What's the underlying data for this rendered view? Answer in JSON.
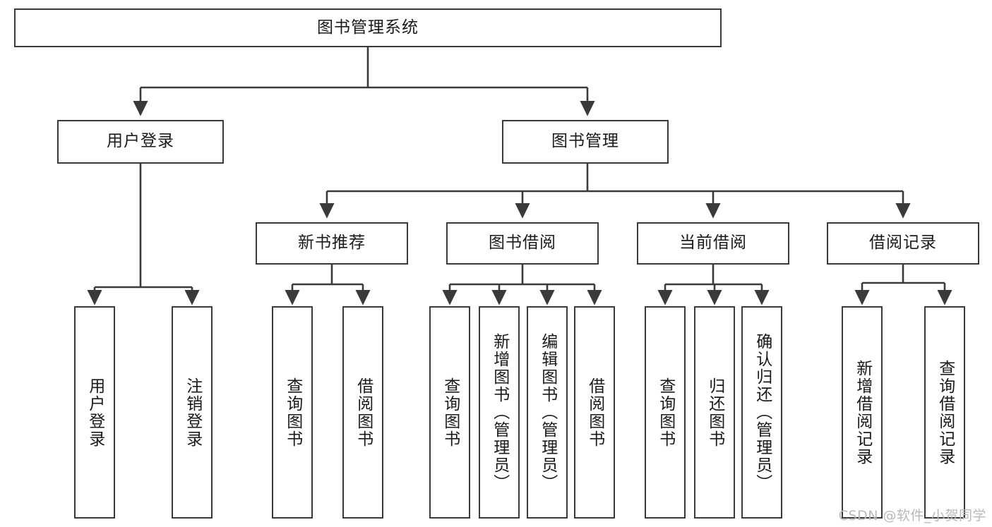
{
  "diagram": {
    "title": "图书管理系统",
    "type": "functional-structure-tree",
    "root": {
      "label": "图书管理系统"
    },
    "level2": [
      {
        "label": "用户登录"
      },
      {
        "label": "图书管理"
      }
    ],
    "level3": [
      {
        "label": "新书推荐"
      },
      {
        "label": "图书借阅"
      },
      {
        "label": "当前借阅"
      },
      {
        "label": "借阅记录"
      }
    ],
    "leaves": {
      "user_login": [
        {
          "label": "用户登录"
        },
        {
          "label": "注销登录"
        }
      ],
      "new_book_recommend": [
        {
          "label": "查询图书"
        },
        {
          "label": "借阅图书"
        }
      ],
      "book_borrow": [
        {
          "label": "查询图书"
        },
        {
          "label": "新增图书（管理员）"
        },
        {
          "label": "编辑图书（管理员）"
        },
        {
          "label": "借阅图书"
        }
      ],
      "current_borrow": [
        {
          "label": "查询图书"
        },
        {
          "label": "归还图书"
        },
        {
          "label": "确认归还（管理员）"
        }
      ],
      "borrow_record": [
        {
          "label": "新增借阅记录"
        },
        {
          "label": "查询借阅记录"
        }
      ]
    }
  },
  "watermark": {
    "text": "CSDN @软件_小贺同学"
  },
  "colors": {
    "node_border": "#3a3a3a",
    "node_fill": "#ffffff",
    "edge": "#3a3a3a",
    "text": "#1a1a1a",
    "watermark": "#b9b9b9"
  }
}
